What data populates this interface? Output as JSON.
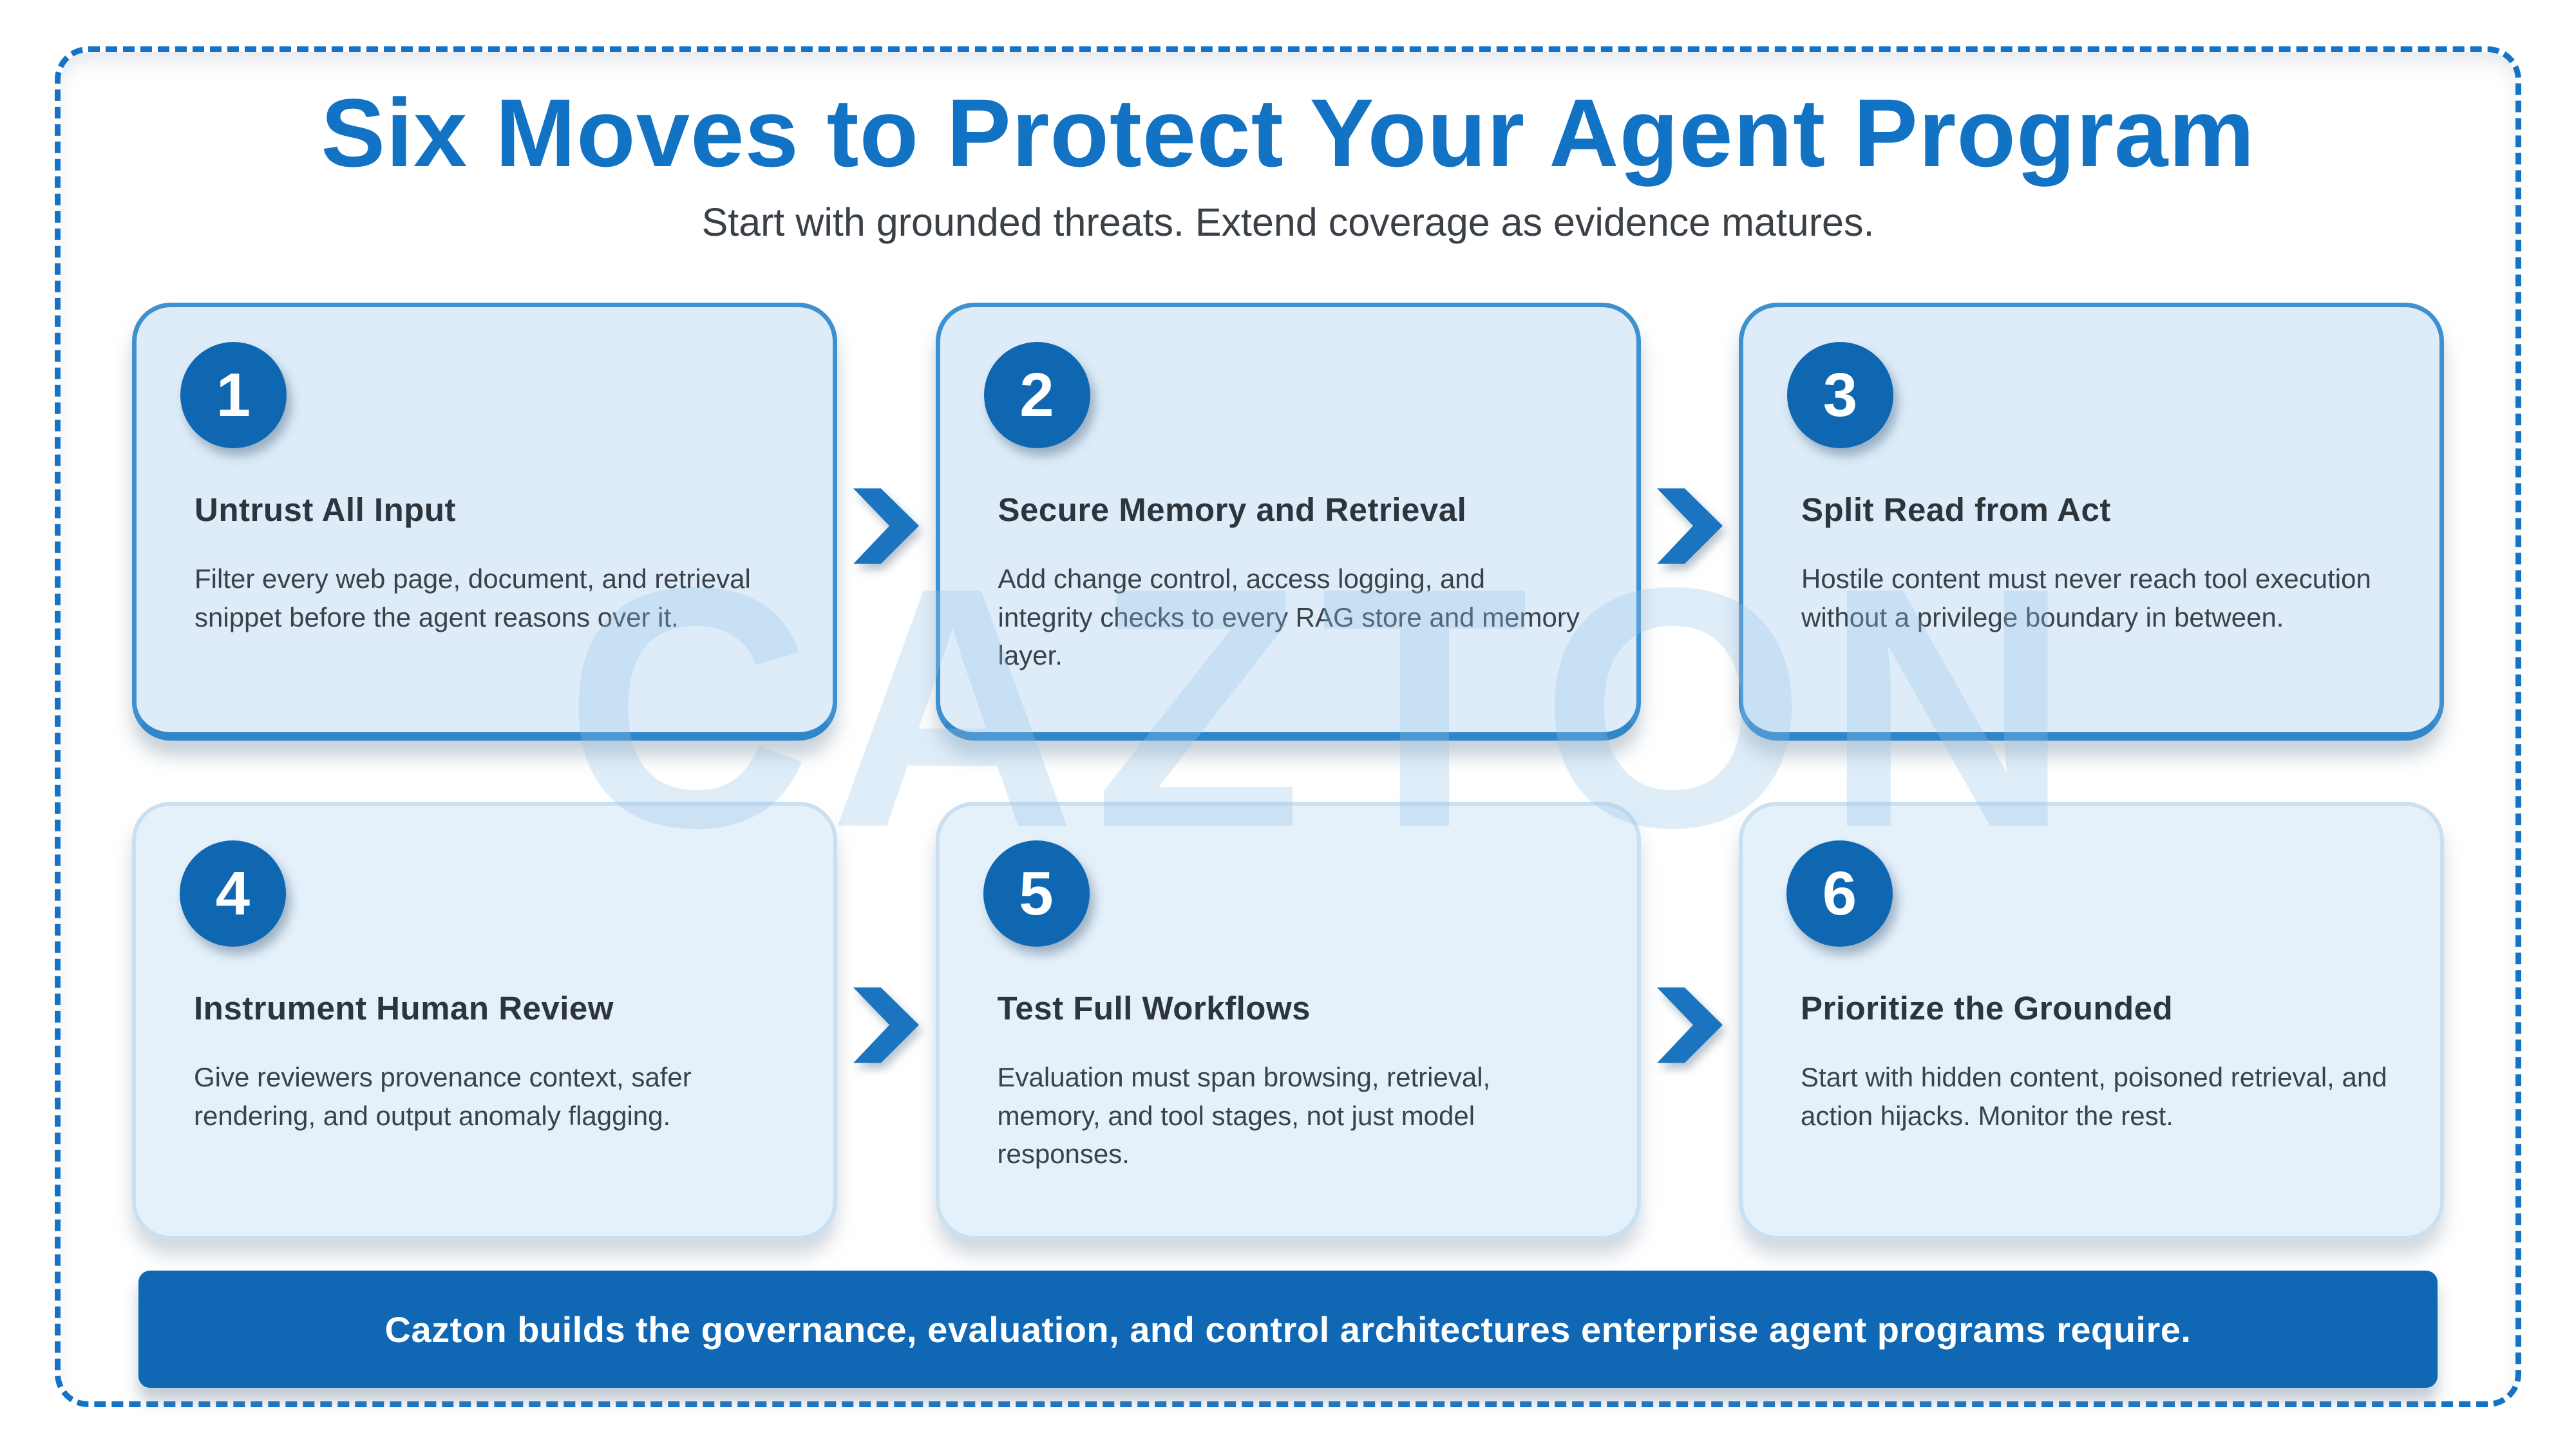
{
  "page": {
    "title": "Six Moves to Protect Your Agent Program",
    "subtitle": "Start with grounded threats. Extend coverage as evidence matures.",
    "watermark": "CAZTON",
    "footer": "Cazton builds the governance, evaluation, and control architectures enterprise agent programs require."
  },
  "colors": {
    "title_blue": "#1272c4",
    "badge_blue": "#0f67b2",
    "card_top_bg": "#ddecf8",
    "card_top_border": "#3e91d0",
    "card_bottom_bg": "#e4f0fa",
    "card_bottom_border": "#c9e0f2",
    "arrow_blue": "#1b74c0",
    "footer_bg": "#1067b4",
    "dotted_frame": "#1573c5",
    "body_text": "#3a4149",
    "heading_text": "#2e343c"
  },
  "cards": [
    {
      "number": "1",
      "title": "Untrust All Input",
      "body": "Filter every web page, document, and retrieval snippet before the agent reasons over it."
    },
    {
      "number": "2",
      "title": "Secure Memory and Retrieval",
      "body": "Add change control, access logging, and integrity checks to every RAG store and memory layer."
    },
    {
      "number": "3",
      "title": "Split Read from Act",
      "body": "Hostile content must never reach tool execution without a privilege boundary in between."
    },
    {
      "number": "4",
      "title": "Instrument Human Review",
      "body": "Give reviewers provenance context, safer rendering, and output anomaly flagging."
    },
    {
      "number": "5",
      "title": "Test Full Workflows",
      "body": "Evaluation must span browsing, retrieval, memory, and tool stages, not just model responses."
    },
    {
      "number": "6",
      "title": "Prioritize the Grounded",
      "body": "Start with hidden content, poisoned retrieval, and action hijacks. Monitor the rest."
    }
  ]
}
